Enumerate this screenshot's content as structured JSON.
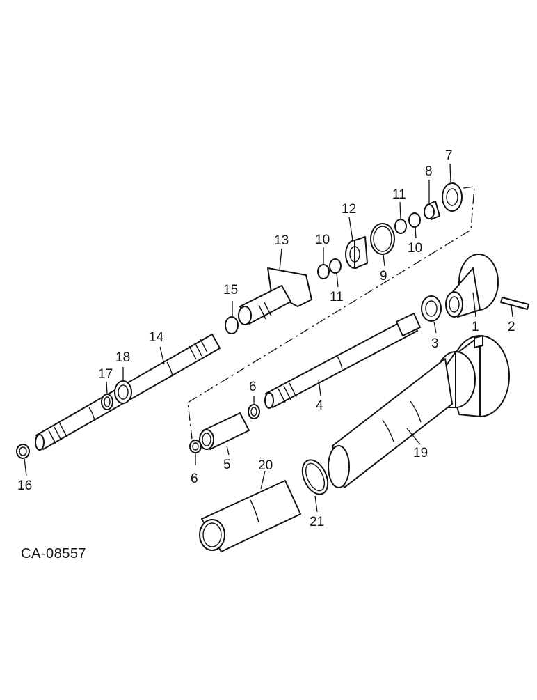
{
  "diagram": {
    "drawing_code": "CA-08557",
    "callouts": {
      "p1": "1",
      "p2": "2",
      "p3": "3",
      "p4": "4",
      "p5": "5",
      "p6a": "6",
      "p6b": "6",
      "p7": "7",
      "p8": "8",
      "p9": "9",
      "p10a": "10",
      "p10b": "10",
      "p11a": "11",
      "p11b": "11",
      "p12": "12",
      "p13": "13",
      "p14": "14",
      "p15": "15",
      "p16": "16",
      "p17": "17",
      "p18": "18",
      "p19": "19",
      "p20": "20",
      "p21": "21"
    }
  }
}
